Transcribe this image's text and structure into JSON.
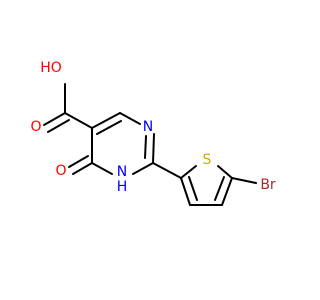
{
  "atoms": {
    "carboxyl_oh": {
      "label": "HO",
      "element": "O"
    },
    "carboxyl_o": {
      "label": "O",
      "element": "O"
    },
    "ring_n3": {
      "label": "N",
      "element": "N"
    },
    "ring_nh": {
      "label": "N",
      "element": "N"
    },
    "ring_nh_h": {
      "label": "H",
      "element": "H"
    },
    "keto_o": {
      "label": "O",
      "element": "O"
    },
    "thiophene_s": {
      "label": "S",
      "element": "S"
    },
    "bromine": {
      "label": "Br",
      "element": "Br"
    }
  },
  "colors": {
    "bond": "#000000",
    "O": "#ff0000",
    "N": "#0000ff",
    "S": "#ccaa00",
    "Br": "#a52a2a",
    "H": "#0000ff"
  }
}
